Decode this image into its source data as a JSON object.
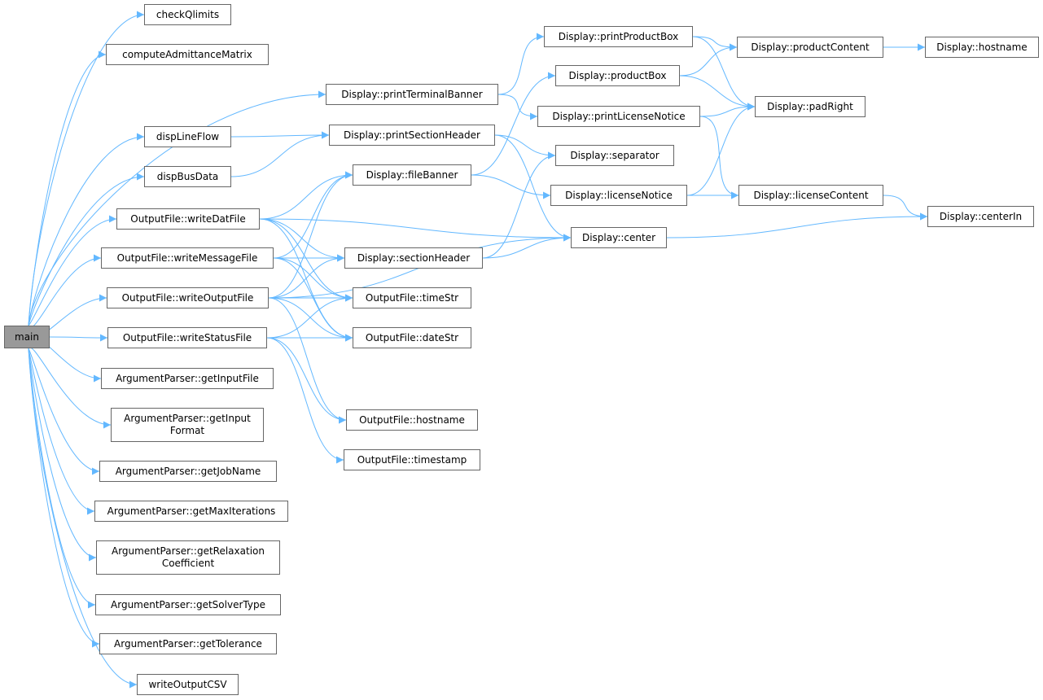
{
  "graph": {
    "edge_color": "#63b8ff",
    "root_fill": "#999999",
    "nodes": [
      "main",
      "checkQlimits",
      "computeAdmittanceMatrix",
      "Display::printTerminalBanner",
      "dispLineFlow",
      "dispBusData",
      "OutputFile::writeDatFile",
      "OutputFile::writeMessageFile",
      "OutputFile::writeOutputFile",
      "OutputFile::writeStatusFile",
      "ArgumentParser::getInputFile",
      "ArgumentParser::getInput\nFormat",
      "ArgumentParser::getJobName",
      "ArgumentParser::getMaxIterations",
      "ArgumentParser::getRelaxation\nCoefficient",
      "ArgumentParser::getSolverType",
      "ArgumentParser::getTolerance",
      "writeOutputCSV",
      "Display::printSectionHeader",
      "Display::fileBanner",
      "Display::sectionHeader",
      "OutputFile::timeStr",
      "OutputFile::dateStr",
      "OutputFile::hostname",
      "OutputFile::timestamp",
      "Display::printProductBox",
      "Display::productBox",
      "Display::printLicenseNotice",
      "Display::separator",
      "Display::licenseNotice",
      "Display::center",
      "Display::productContent",
      "Display::padRight",
      "Display::licenseContent",
      "Display::hostname",
      "Display::centerIn"
    ],
    "edges": [
      [
        0,
        1
      ],
      [
        0,
        2
      ],
      [
        0,
        3
      ],
      [
        0,
        4
      ],
      [
        0,
        5
      ],
      [
        0,
        6
      ],
      [
        0,
        7
      ],
      [
        0,
        8
      ],
      [
        0,
        9
      ],
      [
        0,
        10
      ],
      [
        0,
        11
      ],
      [
        0,
        12
      ],
      [
        0,
        13
      ],
      [
        0,
        14
      ],
      [
        0,
        15
      ],
      [
        0,
        16
      ],
      [
        0,
        17
      ],
      [
        3,
        25
      ],
      [
        3,
        27
      ],
      [
        4,
        18
      ],
      [
        5,
        18
      ],
      [
        18,
        28
      ],
      [
        18,
        30
      ],
      [
        19,
        26
      ],
      [
        19,
        29
      ],
      [
        6,
        19
      ],
      [
        6,
        20
      ],
      [
        6,
        30
      ],
      [
        6,
        21
      ],
      [
        6,
        22
      ],
      [
        7,
        19
      ],
      [
        7,
        20
      ],
      [
        7,
        21
      ],
      [
        7,
        22
      ],
      [
        8,
        19
      ],
      [
        8,
        20
      ],
      [
        8,
        21
      ],
      [
        8,
        22
      ],
      [
        8,
        30
      ],
      [
        8,
        23
      ],
      [
        9,
        21
      ],
      [
        9,
        22
      ],
      [
        9,
        23
      ],
      [
        9,
        24
      ],
      [
        20,
        28
      ],
      [
        20,
        30
      ],
      [
        25,
        31
      ],
      [
        25,
        32
      ],
      [
        26,
        31
      ],
      [
        26,
        32
      ],
      [
        27,
        32
      ],
      [
        27,
        33
      ],
      [
        29,
        32
      ],
      [
        29,
        33
      ],
      [
        31,
        34
      ],
      [
        33,
        35
      ],
      [
        30,
        35
      ]
    ]
  }
}
